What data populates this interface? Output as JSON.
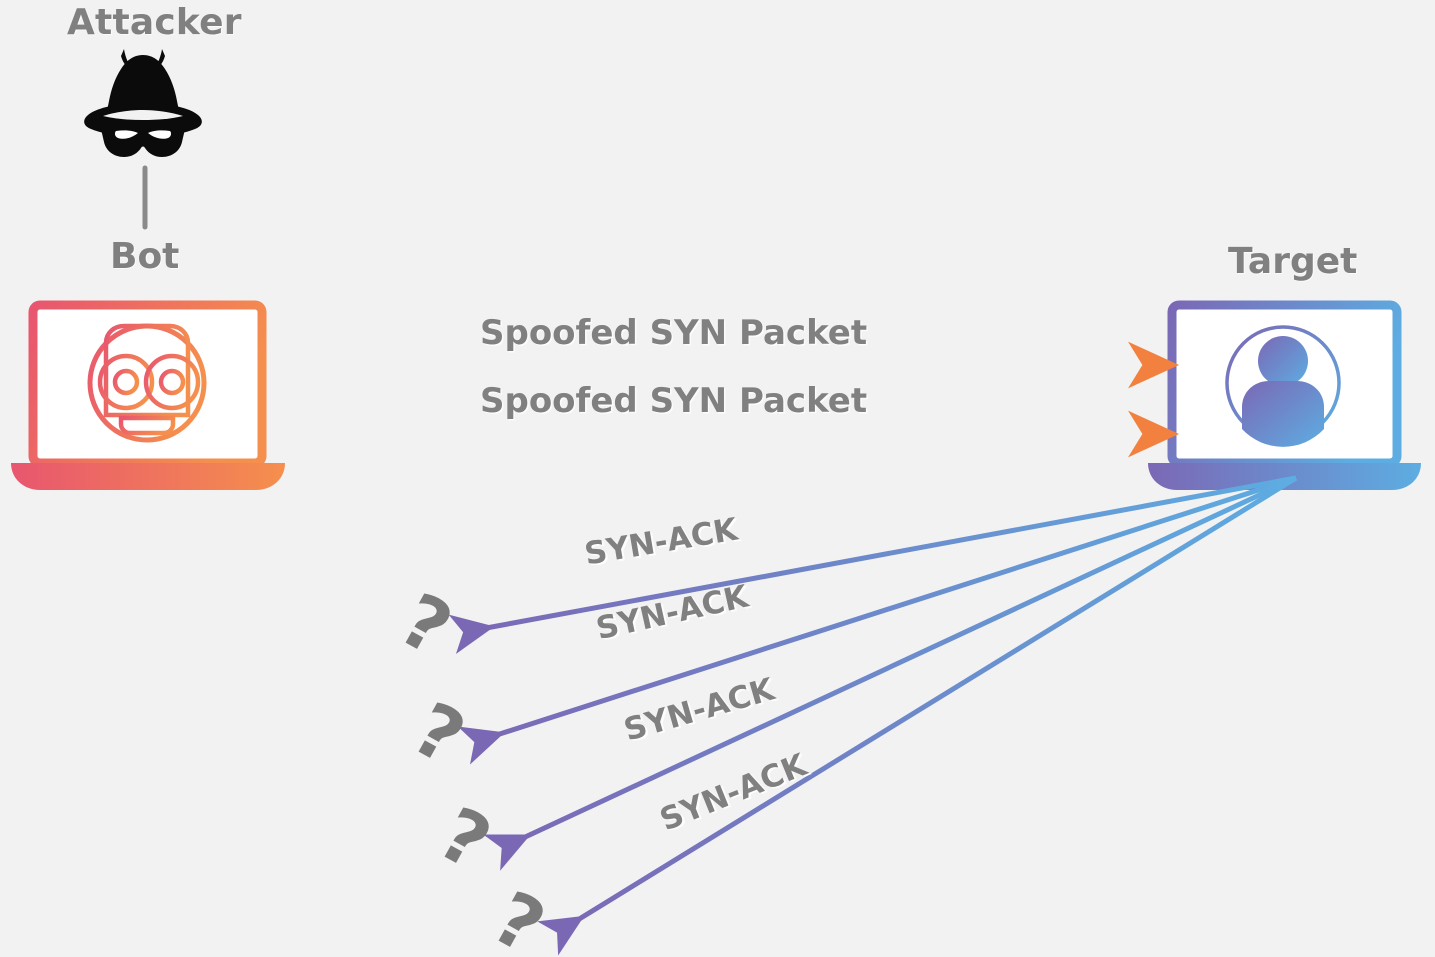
{
  "diagram": {
    "title": "SYN flood / spoofed SYN packet attack diagram",
    "background_color": "#f2f2f2",
    "label_color": "#808080"
  },
  "nodes": {
    "attacker": {
      "label": "Attacker",
      "icon": "incognito-hat-mask-icon",
      "icon_color": "#000000"
    },
    "bot": {
      "label": "Bot",
      "icon": "robot-face-icon",
      "device": "laptop",
      "gradient_from": "#e8566f",
      "gradient_to": "#f58f4d"
    },
    "target": {
      "label": "Target",
      "icon": "user-avatar-icon",
      "device": "laptop",
      "gradient_from": "#7b68b5",
      "gradient_to": "#5dade2"
    }
  },
  "connectors": {
    "attacker_to_bot": {
      "kind": "vertical-line",
      "color": "#8a8a8a"
    }
  },
  "flows": {
    "outbound": {
      "direction": "bot-to-target",
      "arrow_color_from": "#ec5f73",
      "arrow_color_to": "#f2813f",
      "items": [
        {
          "label": "Spoofed SYN Packet"
        },
        {
          "label": "Spoofed SYN Packet"
        }
      ]
    },
    "inbound": {
      "direction": "target-to-unknown-hosts",
      "arrow_color_from": "#5dade2",
      "arrow_color_to": "#7b68b5",
      "response_marker": "?",
      "items": [
        {
          "label": "SYN-ACK"
        },
        {
          "label": "SYN-ACK"
        },
        {
          "label": "SYN-ACK"
        },
        {
          "label": "SYN-ACK"
        }
      ]
    }
  }
}
